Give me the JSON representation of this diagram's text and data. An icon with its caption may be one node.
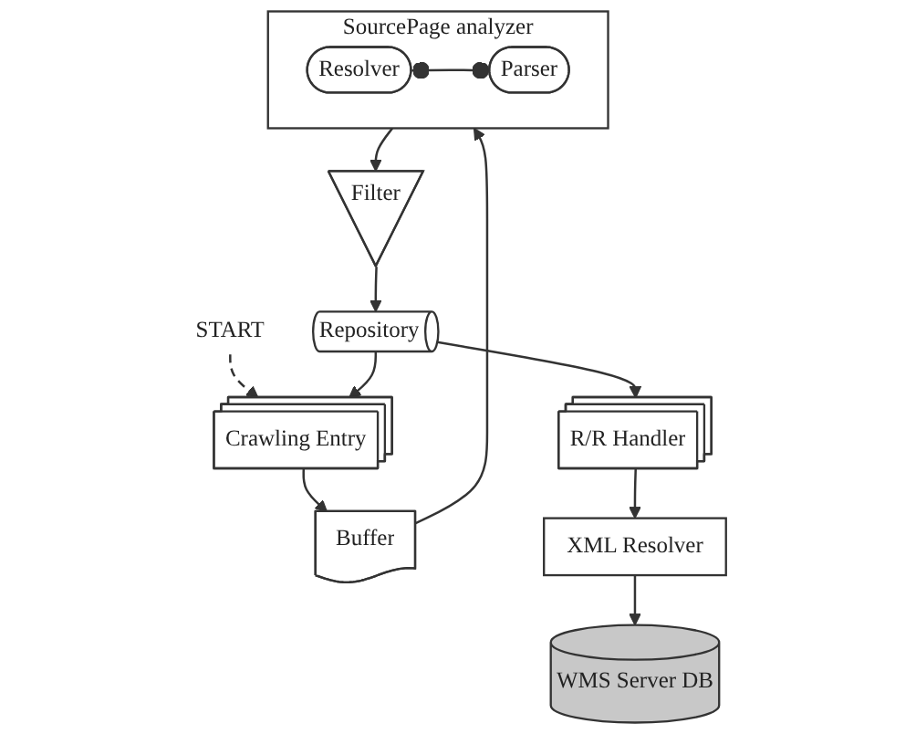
{
  "diagram": {
    "nodes": [
      {
        "text": [
          "START"
        ]
      },
      {
        "text": [
          "Crawling Entry"
        ]
      },
      {
        "text": [
          "Buffer"
        ]
      },
      {
        "text": [
          "SourcePage analyzer"
        ]
      },
      {
        "text": [
          "Resolver"
        ],
        "in": 3
      },
      {
        "text": [
          "Parser"
        ],
        "in": 3
      },
      {
        "text": [
          "Filter"
        ]
      },
      {
        "text": [
          "Repository"
        ]
      },
      {
        "text": [
          "R/R Handler"
        ]
      },
      {
        "text": [
          "XML Resolver"
        ]
      },
      {
        "text": [
          "WMS Server DB"
        ]
      }
    ],
    "edges": [
      {
        "from": 0,
        "to": 1,
        "arrow": "to",
        "style": "dashed"
      },
      {
        "from": 1,
        "to": 2,
        "arrow": "to"
      },
      {
        "from": 2,
        "to": 3,
        "arrow": "to"
      },
      {
        "from": 4,
        "to": 5,
        "arrow": "other"
      },
      {
        "from": 3,
        "to": 6,
        "arrow": "to"
      },
      {
        "from": 6,
        "to": 7,
        "arrow": "to"
      },
      {
        "from": 7,
        "to": 1,
        "arrow": "to"
      },
      {
        "from": 7,
        "to": 8,
        "arrow": "to"
      },
      {
        "from": 8,
        "to": 9,
        "arrow": "to"
      },
      {
        "from": 9,
        "to": 10,
        "arrow": "to"
      }
    ]
  }
}
